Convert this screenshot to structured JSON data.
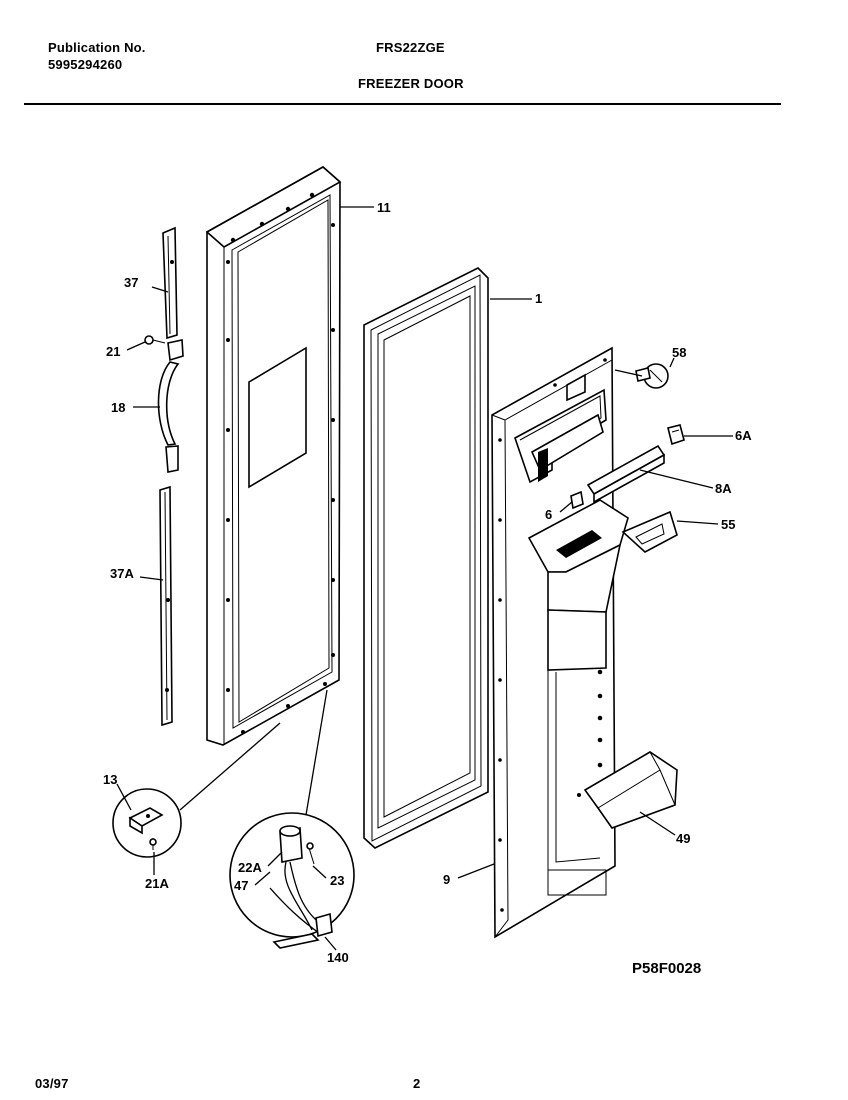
{
  "header": {
    "publication_label": "Publication No.",
    "publication_number": "5995294260",
    "model": "FRS22ZGE",
    "section_title": "FREEZER DOOR"
  },
  "callouts": {
    "c11": "11",
    "c1": "1",
    "c37": "37",
    "c21": "21",
    "c18": "18",
    "c37a": "37A",
    "c13": "13",
    "c21a": "21A",
    "c22a": "22A",
    "c47": "47",
    "c23": "23",
    "c140": "140",
    "c9": "9",
    "c58": "58",
    "c6a": "6A",
    "c8a": "8A",
    "c6": "6",
    "c55": "55",
    "c49": "49"
  },
  "diagram_code": "P58F0028",
  "footer": {
    "date": "03/97",
    "page": "2"
  }
}
